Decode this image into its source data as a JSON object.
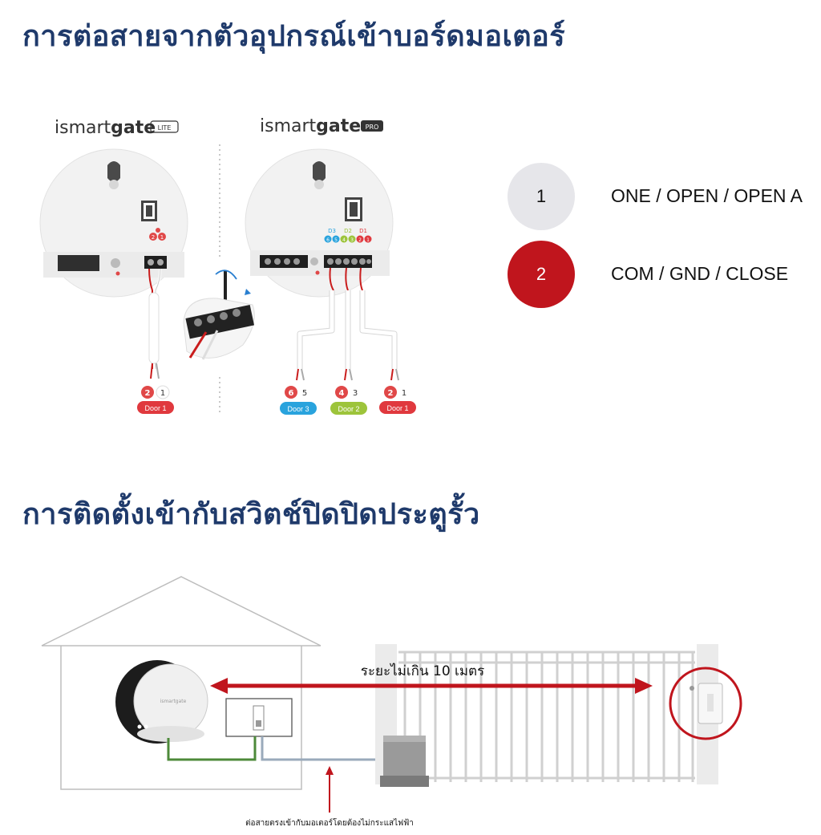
{
  "section1": {
    "title": "การต่อสายจากตัวอุปกรณ์เข้าบอร์ดมอเตอร์",
    "lite": {
      "brand_light": "ismart",
      "brand_bold": "gate",
      "badge": "LITE",
      "terminal_labels": [
        "2",
        "1"
      ],
      "wire_numbers": [
        "2",
        "1"
      ],
      "door_label": "Door 1"
    },
    "pro": {
      "brand_light": "ismart",
      "brand_bold": "gate",
      "badge": "PRO",
      "terminal_groups": [
        "D3",
        "D2",
        "D1"
      ],
      "terminal_labels": [
        "6",
        "5",
        "4",
        "3",
        "2",
        "1"
      ],
      "doors": [
        {
          "numbers": [
            "6",
            "5"
          ],
          "label": "Door 3",
          "color": "#29a3dd"
        },
        {
          "numbers": [
            "4",
            "3"
          ],
          "label": "Door 2",
          "color": "#9dc43b"
        },
        {
          "numbers": [
            "2",
            "1"
          ],
          "label": "Door 1",
          "color": "#e0393e"
        }
      ]
    },
    "legend": [
      {
        "number": "1",
        "text": "ONE / OPEN / OPEN A",
        "color": "#e6e6ea",
        "text_color": "#111111"
      },
      {
        "number": "2",
        "text": "COM / GND / CLOSE",
        "color": "#c0151d",
        "text_color": "#ffffff"
      }
    ]
  },
  "section2": {
    "title": "การติดตั้งเข้ากับสวิตช์ปิดปิดประตูรั้ว",
    "distance_label": "ระยะไม่เกิน 10 เมตร",
    "device_brand": "ismartgate",
    "note": "ต่อสายตรงเข้ากับมอเตอร์โดยต้องไม่กระแสไฟฟ้า"
  },
  "colors": {
    "heading": "#1f3a6b",
    "red": "#c0151d",
    "wire_green": "#4d8a3a",
    "wire_blue": "#9aaabb"
  }
}
